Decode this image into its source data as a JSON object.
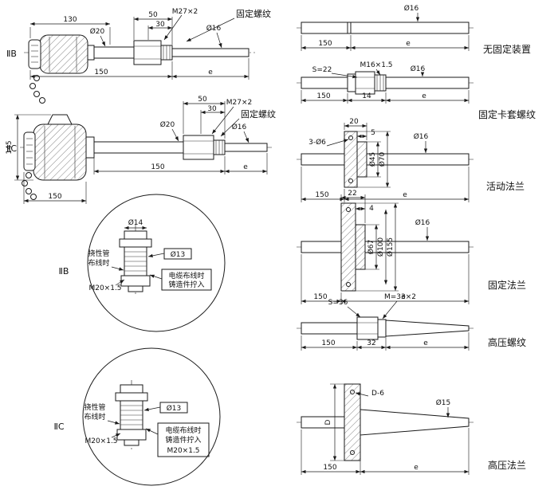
{
  "colors": {
    "ink": "#1a1a1a",
    "background": "#ffffff"
  },
  "iib": {
    "label": "ⅡB",
    "d130": "130",
    "d20": "Ø20",
    "d50": "50",
    "d30": "30",
    "m27": "M27×2",
    "d16": "Ø16",
    "callout": "固定螺纹",
    "d150": "150",
    "de": "e"
  },
  "iic": {
    "label": "ⅡC",
    "d145": "145",
    "d150_head": "150",
    "d50": "50",
    "d30": "30",
    "m27": "M27×2",
    "d20": "Ø20",
    "d16": "Ø16",
    "callout": "固定螺纹",
    "d150": "150",
    "de": "e"
  },
  "detail_b": {
    "label": "ⅡB",
    "d14": "Ø14",
    "d13": "Ø13",
    "flex1": "挠性管",
    "flex2": "布线时",
    "thread": "M20×1.5",
    "cable1": "电缆布线时",
    "cable2": "铸造件拧入"
  },
  "detail_c": {
    "label": "ⅡC",
    "d13": "Ø13",
    "flex1": "挠性管",
    "flex2": "布线时",
    "thread": "M20×1.5",
    "cable1": "电缆布线时",
    "cable2": "铸造件拧入",
    "thread2": "M20×1.5"
  },
  "right": {
    "r1": {
      "title": "无固定装置",
      "d16": "Ø16",
      "d150": "150",
      "de": "e"
    },
    "r2": {
      "title": "固定卡套螺纹",
      "s22": "S=22",
      "m16": "M16×1.5",
      "d16": "Ø16",
      "d150": "150",
      "d14": "14",
      "de": "e"
    },
    "r3": {
      "title": "活动法兰",
      "d20": "20",
      "d5": "5",
      "holes": "3-Ø6",
      "d45": "Ø45",
      "d70": "Ø70",
      "d16": "Ø16",
      "d150": "150",
      "de": "e"
    },
    "r4": {
      "title": "固定法兰",
      "d22": "22",
      "d4": "4",
      "d67": "Ø67",
      "d100": "Ø100",
      "d155": "Ø155",
      "d16": "Ø16",
      "d150": "150",
      "de": "e"
    },
    "r5": {
      "title": "高压螺纹",
      "s36": "S=36",
      "m33": "M=33×2",
      "d150": "150",
      "d32": "32",
      "de": "e"
    },
    "r6": {
      "title": "高压法兰",
      "dD": "D",
      "holes": "D-6",
      "d15": "Ø15",
      "d150": "150",
      "de": "e"
    }
  }
}
